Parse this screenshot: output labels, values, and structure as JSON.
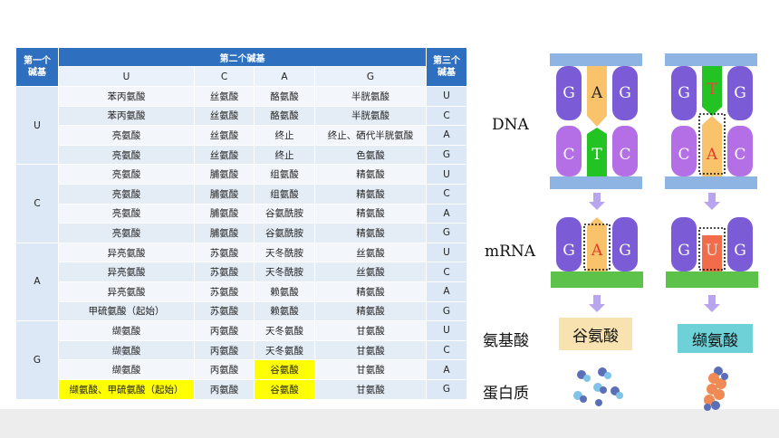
{
  "table": {
    "first_base_header": "第一个碱基",
    "second_base_header": "第二个碱基",
    "third_base_header": "第三个碱基",
    "second_bases": [
      "U",
      "C",
      "A",
      "G"
    ],
    "groups": [
      {
        "base": "U",
        "rows": [
          {
            "cells": [
              "苯丙氨酸",
              "丝氨酸",
              "酪氨酸",
              "半胱氨酸"
            ],
            "third": "U"
          },
          {
            "cells": [
              "苯丙氨酸",
              "丝氨酸",
              "酪氨酸",
              "半胱氨酸"
            ],
            "third": "C"
          },
          {
            "cells": [
              "亮氨酸",
              "丝氨酸",
              "终止",
              "终止、硒代半胱氨酸"
            ],
            "third": "A"
          },
          {
            "cells": [
              "亮氨酸",
              "丝氨酸",
              "终止",
              "色氨酸"
            ],
            "third": "G"
          }
        ]
      },
      {
        "base": "C",
        "rows": [
          {
            "cells": [
              "亮氨酸",
              "脯氨酸",
              "组氨酸",
              "精氨酸"
            ],
            "third": "U"
          },
          {
            "cells": [
              "亮氨酸",
              "脯氨酸",
              "组氨酸",
              "精氨酸"
            ],
            "third": "C"
          },
          {
            "cells": [
              "亮氨酸",
              "脯氨酸",
              "谷氨酰胺",
              "精氨酸"
            ],
            "third": "A"
          },
          {
            "cells": [
              "亮氨酸",
              "脯氨酸",
              "谷氨酰胺",
              "精氨酸"
            ],
            "third": "G"
          }
        ]
      },
      {
        "base": "A",
        "rows": [
          {
            "cells": [
              "异亮氨酸",
              "苏氨酸",
              "天冬酰胺",
              "丝氨酸"
            ],
            "third": "U"
          },
          {
            "cells": [
              "异亮氨酸",
              "苏氨酸",
              "天冬酰胺",
              "丝氨酸"
            ],
            "third": "C"
          },
          {
            "cells": [
              "异亮氨酸",
              "苏氨酸",
              "赖氨酸",
              "精氨酸"
            ],
            "third": "A"
          },
          {
            "cells": [
              "甲硫氨酸（起始）",
              "苏氨酸",
              "赖氨酸",
              "精氨酸"
            ],
            "third": "G"
          }
        ]
      },
      {
        "base": "G",
        "rows": [
          {
            "cells": [
              "缬氨酸",
              "丙氨酸",
              "天冬氨酸",
              "甘氨酸"
            ],
            "third": "U"
          },
          {
            "cells": [
              "缬氨酸",
              "丙氨酸",
              "天冬氨酸",
              "甘氨酸"
            ],
            "third": "C"
          },
          {
            "cells": [
              "缬氨酸",
              "丙氨酸",
              "谷氨酸",
              "甘氨酸"
            ],
            "third": "A"
          },
          {
            "cells": [
              "缬氨酸、甲硫氨酸（起始）",
              "丙氨酸",
              "谷氨酸",
              "甘氨酸"
            ],
            "third": "G"
          }
        ]
      }
    ]
  },
  "diagram": {
    "labels": {
      "dna": "DNA",
      "mrna": "mRNA",
      "amino_acid": "氨基酸",
      "protein": "蛋白质"
    },
    "normal": {
      "dna_top": [
        "G",
        "A",
        "G"
      ],
      "dna_bottom": [
        "C",
        "T",
        "C"
      ],
      "mrna": [
        "G",
        "A",
        "G"
      ],
      "amino_acid": "谷氨酸"
    },
    "mutant": {
      "dna_top": [
        "G",
        "T",
        "G"
      ],
      "dna_bottom": [
        "C",
        "A",
        "C"
      ],
      "mrna": [
        "G",
        "U",
        "G"
      ],
      "amino_acid": "缬氨酸"
    }
  },
  "colors": {
    "header_blue": "#2e6fbf",
    "highlight_yellow": "#ffff00",
    "strand_purple": "#7b5cd6",
    "strand_violet": "#b46ee6",
    "base_orange": "#f9c36b",
    "base_green": "#22c322",
    "base_red": "#f26b4a",
    "mrna_bar_green": "#5cc24a",
    "dna_bar_blue": "#8db4e2",
    "arrow_lavender": "#b9a4ee",
    "glu_box": "#f8e3b0",
    "val_box": "#6fd1d8"
  }
}
